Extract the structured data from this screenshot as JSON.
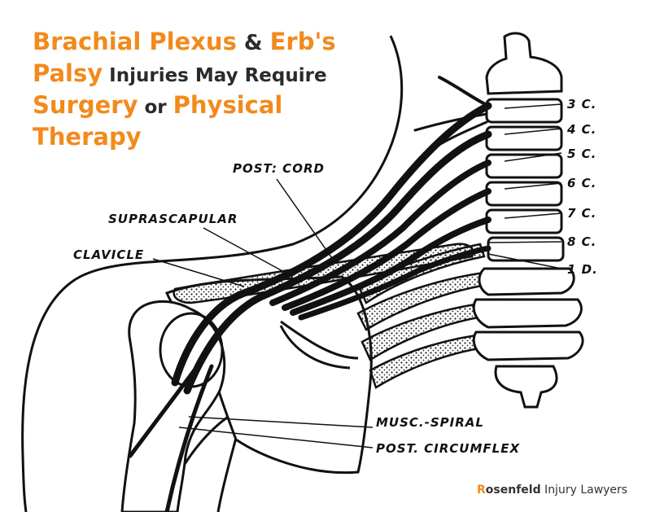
{
  "headline": {
    "line1": {
      "hl1": "Brachial Plexus",
      "joiner": " & ",
      "hl2": "Erb's"
    },
    "line2": {
      "hl": "Palsy",
      "plain": " Injuries May Require"
    },
    "line3": {
      "hl": "Surgery",
      "plain": " or ",
      "hl2": "Physical"
    },
    "line4": {
      "hl": "Therapy"
    }
  },
  "labels": {
    "post_cord": "POST: CORD",
    "suprascapular": "SUPRASCAPULAR",
    "clavicle": "CLAVICLE",
    "musc_spiral": "MUSC.-SPIRAL",
    "post_circumflex": "POST. CIRCUMFLEX",
    "vertebrae": [
      "3 C.",
      "4 C.",
      "5 C.",
      "6 C.",
      "7 C.",
      "8 C.",
      "1 D."
    ]
  },
  "brand": {
    "initial": "R",
    "rest": "osenfeld",
    "suffix": " Injury Lawyers"
  },
  "colors": {
    "accent": "#f28a1c",
    "ink": "#111111"
  }
}
